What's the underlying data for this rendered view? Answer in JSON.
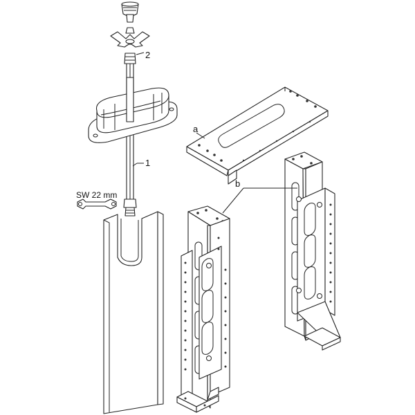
{
  "callouts": {
    "part_1": "1",
    "part_2": "2",
    "part_a": "a",
    "part_b": "b"
  },
  "wrench": {
    "size_label": "SW 22 mm"
  },
  "colors": {
    "line": "#222222",
    "fill": "#ffffff"
  }
}
